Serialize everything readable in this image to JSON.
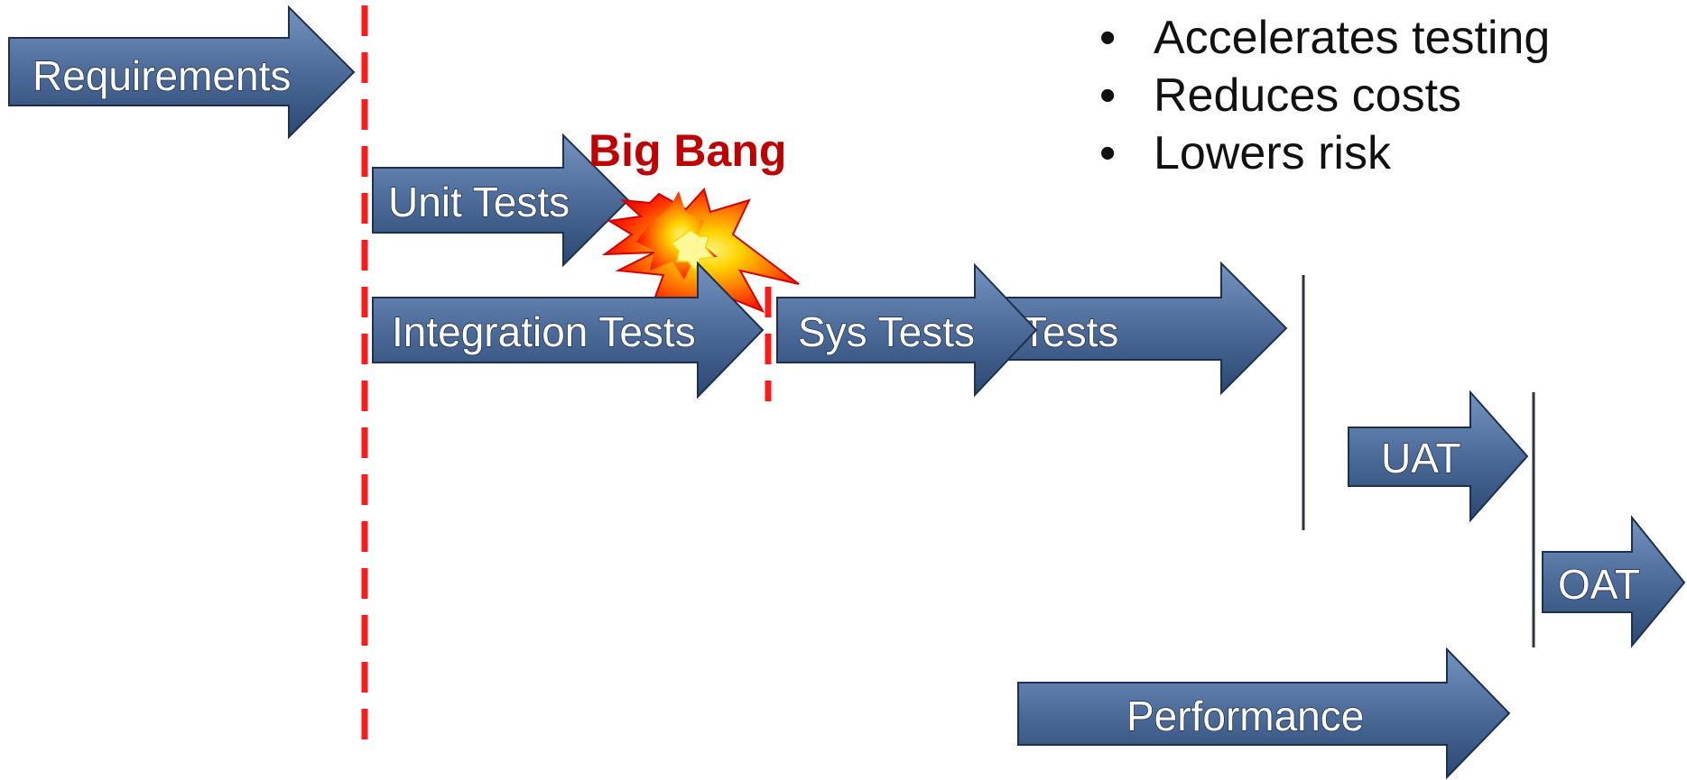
{
  "bullets": [
    "Accelerates testing",
    "Reduces costs",
    "Lowers risk"
  ],
  "callout": "Big Bang",
  "arrows": {
    "requirements": "Requirements",
    "unit_tests": "Unit Tests",
    "integration_tests": "Integration Tests",
    "hidden_tests": "Tests",
    "sys_tests": "Sys Tests",
    "uat": "UAT",
    "oat": "OAT",
    "performance": "Performance"
  },
  "colors": {
    "arrow_top": "#6f8fbd",
    "arrow_bottom": "#2f4d78",
    "arrow_edge": "#1e3050",
    "dashed_line": "#ff0000",
    "callout_text": "#c00000",
    "gate_line": "#2b3542"
  }
}
